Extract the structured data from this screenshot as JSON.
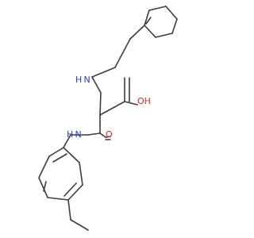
{
  "molecule": {
    "atoms": [
      {
        "id": "nh_amine",
        "label": "H N",
        "color": "#2b3bd6"
      },
      {
        "id": "oh",
        "label": "OH",
        "color": "#d62b2b"
      },
      {
        "id": "o_carbonyl",
        "label": "O",
        "color": "#d62b2b"
      },
      {
        "id": "nh_amide",
        "label": "H N",
        "color": "#2b3bd6"
      }
    ],
    "bond_color": "#3c3c3c",
    "background": "#ffffff"
  }
}
